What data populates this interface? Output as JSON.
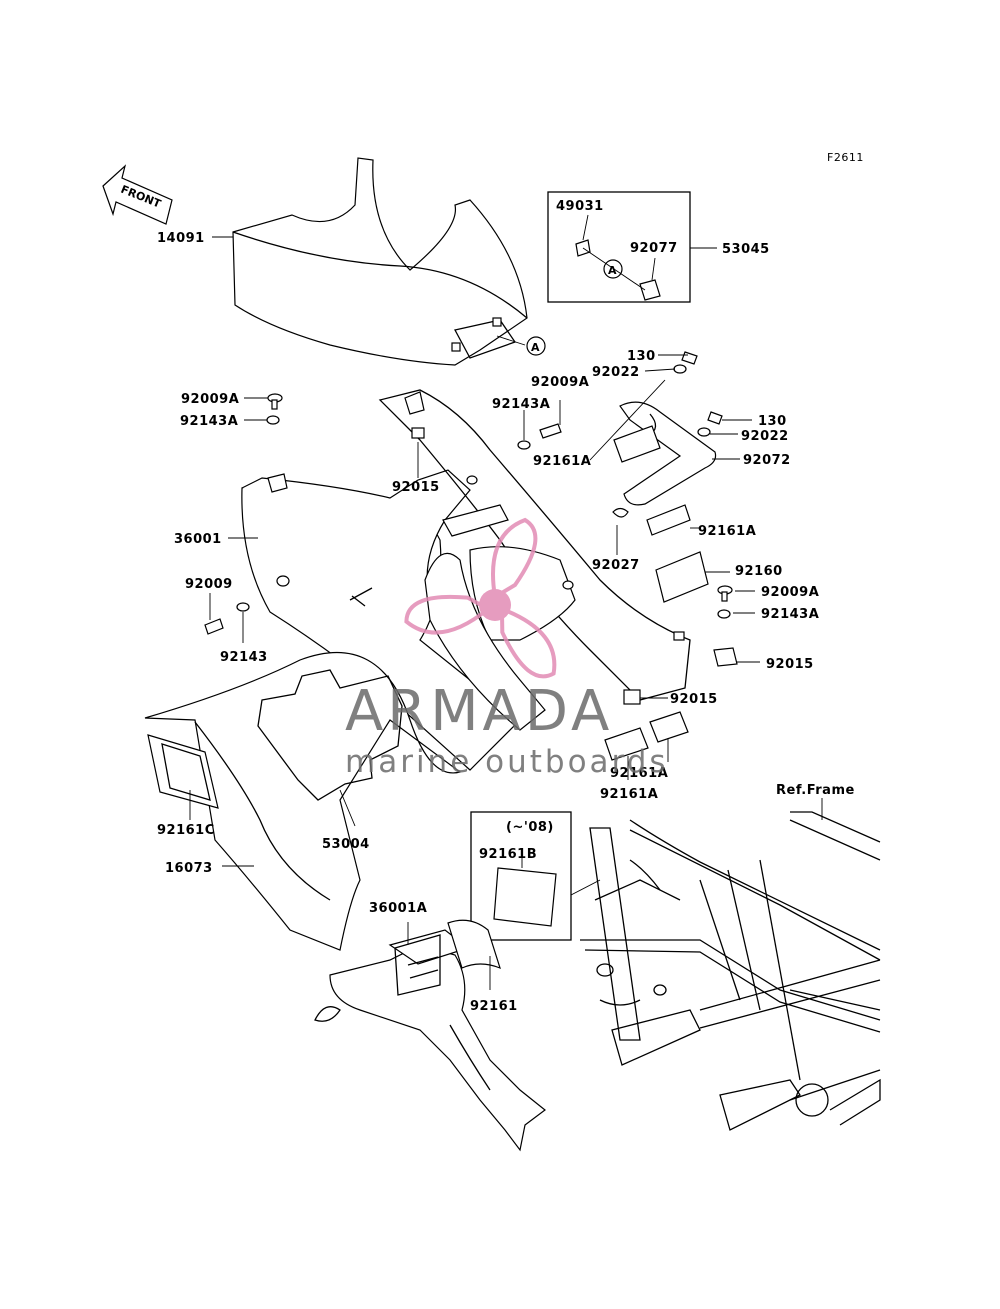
{
  "figure_code": "F2611",
  "front_arrow_label": "FRONT",
  "ref_label": "Ref.Frame",
  "year_note": "(~'08)",
  "ref_marker": "A",
  "watermark": {
    "brand": "ARMADA",
    "tagline": "marine outboards",
    "color": "#e28bb4"
  },
  "parts": {
    "p14091": "14091",
    "p49031": "49031",
    "p92077": "92077",
    "p53045": "53045",
    "p130a": "130",
    "p92022a": "92022",
    "p92009A_a": "92009A",
    "p92143A_a": "92143A",
    "p92143A_b": "92143A",
    "p92009A_b": "92009A",
    "p130b": "130",
    "p92022b": "92022",
    "p92161A_a": "92161A",
    "p92072": "92072",
    "p92015_a": "92015",
    "p92161A_b": "92161A",
    "p36001": "36001",
    "p92027": "92027",
    "p92160": "92160",
    "p92009": "92009",
    "p92009A_c": "92009A",
    "p92143A_c": "92143A",
    "p92143": "92143",
    "p92015_b": "92015",
    "p92015_c": "92015",
    "p92161A_c": "92161A",
    "p92161A_d": "92161A",
    "p92161C": "92161C",
    "p53004": "53004",
    "p16073": "16073",
    "p92161B": "92161B",
    "p36001A": "36001A",
    "p92161": "92161"
  }
}
